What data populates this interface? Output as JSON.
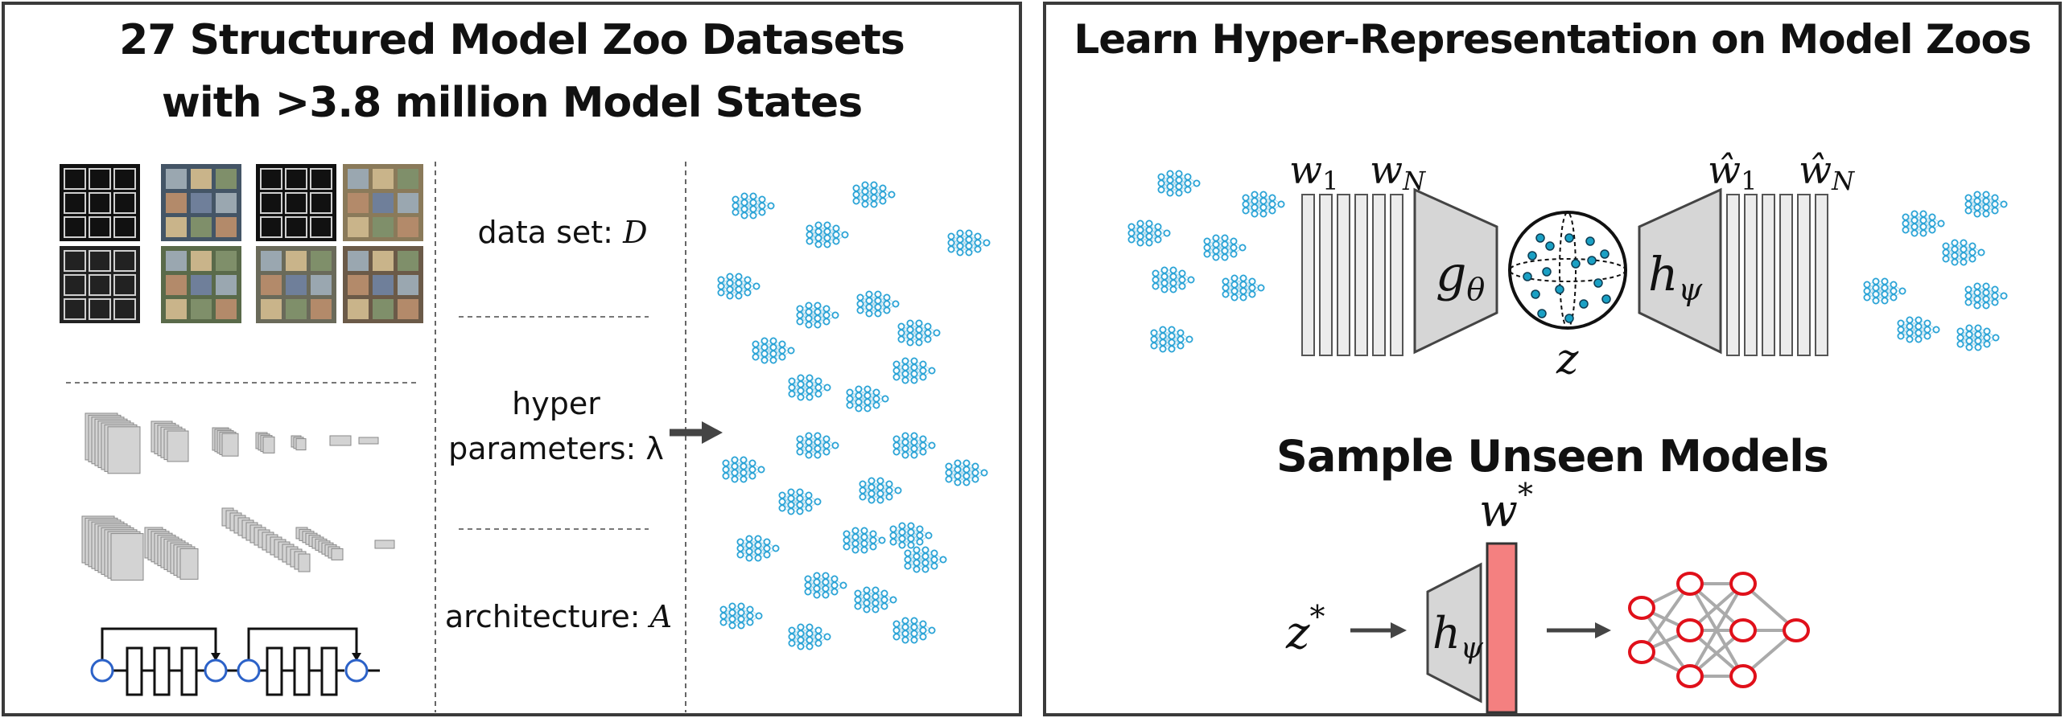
{
  "left": {
    "title_line1": "27 Structured Model Zoo Datasets",
    "title_line2": "with >3.8 million Model States",
    "labels": {
      "dataset_prefix": "data set: ",
      "dataset_symbol": "D",
      "hyper_line1": "hyper",
      "hyper_prefix": "parameters: ",
      "hyper_symbol": "λ",
      "arch_prefix": "architecture: ",
      "arch_symbol": "A"
    }
  },
  "right": {
    "title": "Learn Hyper-Representation on Model Zoos",
    "subtitle": "Sample Unseen Models",
    "math": {
      "w1": "w",
      "w1_sub": "1",
      "wN": "w",
      "wN_sub": "N",
      "w1hat": "ŵ",
      "w1hat_sub": "1",
      "wNhat": "ŵ",
      "wNhat_sub": "N",
      "encoder": "g",
      "encoder_sub": "θ",
      "decoder": "h",
      "decoder_sub": "ψ",
      "latent": "z",
      "zstar": "z",
      "zstar_sup": "*",
      "wstar": "w",
      "wstar_sup": "*",
      "decoder2": "h",
      "decoder2_sub": "ψ"
    }
  },
  "colors": {
    "border": "#3a3a3a",
    "network_blue": "#29a3d6",
    "bar_fill": "#ececec",
    "trapezoid_fill": "#d6d6d6",
    "latent_point": "#1aa0c4",
    "sampled_weight": "#f48080",
    "sampled_net_red": "#e0101a",
    "arrow": "#444444"
  }
}
